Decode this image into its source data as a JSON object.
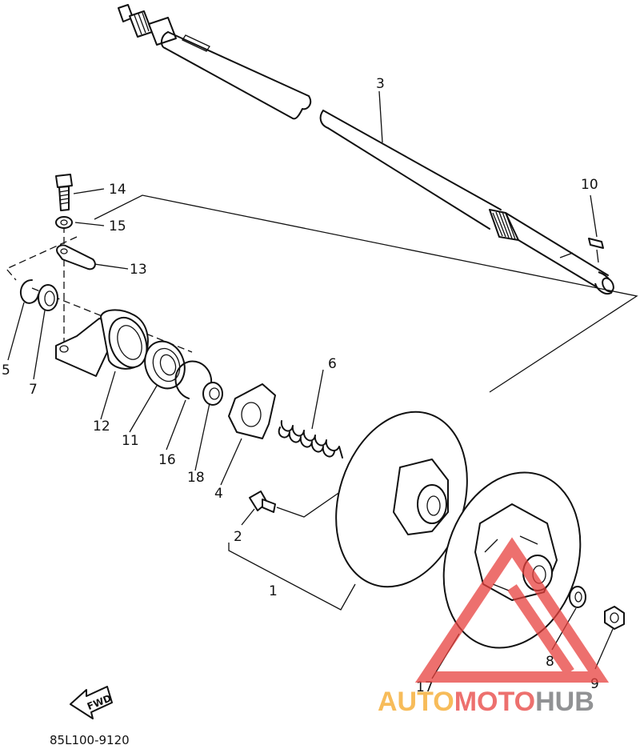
{
  "diagram": {
    "part_code": "85L100-9120",
    "fwd_label": "FWD",
    "callouts": [
      "1",
      "2",
      "3",
      "4",
      "5",
      "6",
      "7",
      "8",
      "9",
      "10",
      "11",
      "12",
      "13",
      "14",
      "15",
      "16",
      "17",
      "18"
    ]
  },
  "watermark": {
    "text_part1": "AUTO",
    "text_part2": "MOTO",
    "text_part3": "HUB",
    "color_orange": "#f5a623",
    "color_red": "#e8413e",
    "color_gray": "#6d6e71"
  }
}
